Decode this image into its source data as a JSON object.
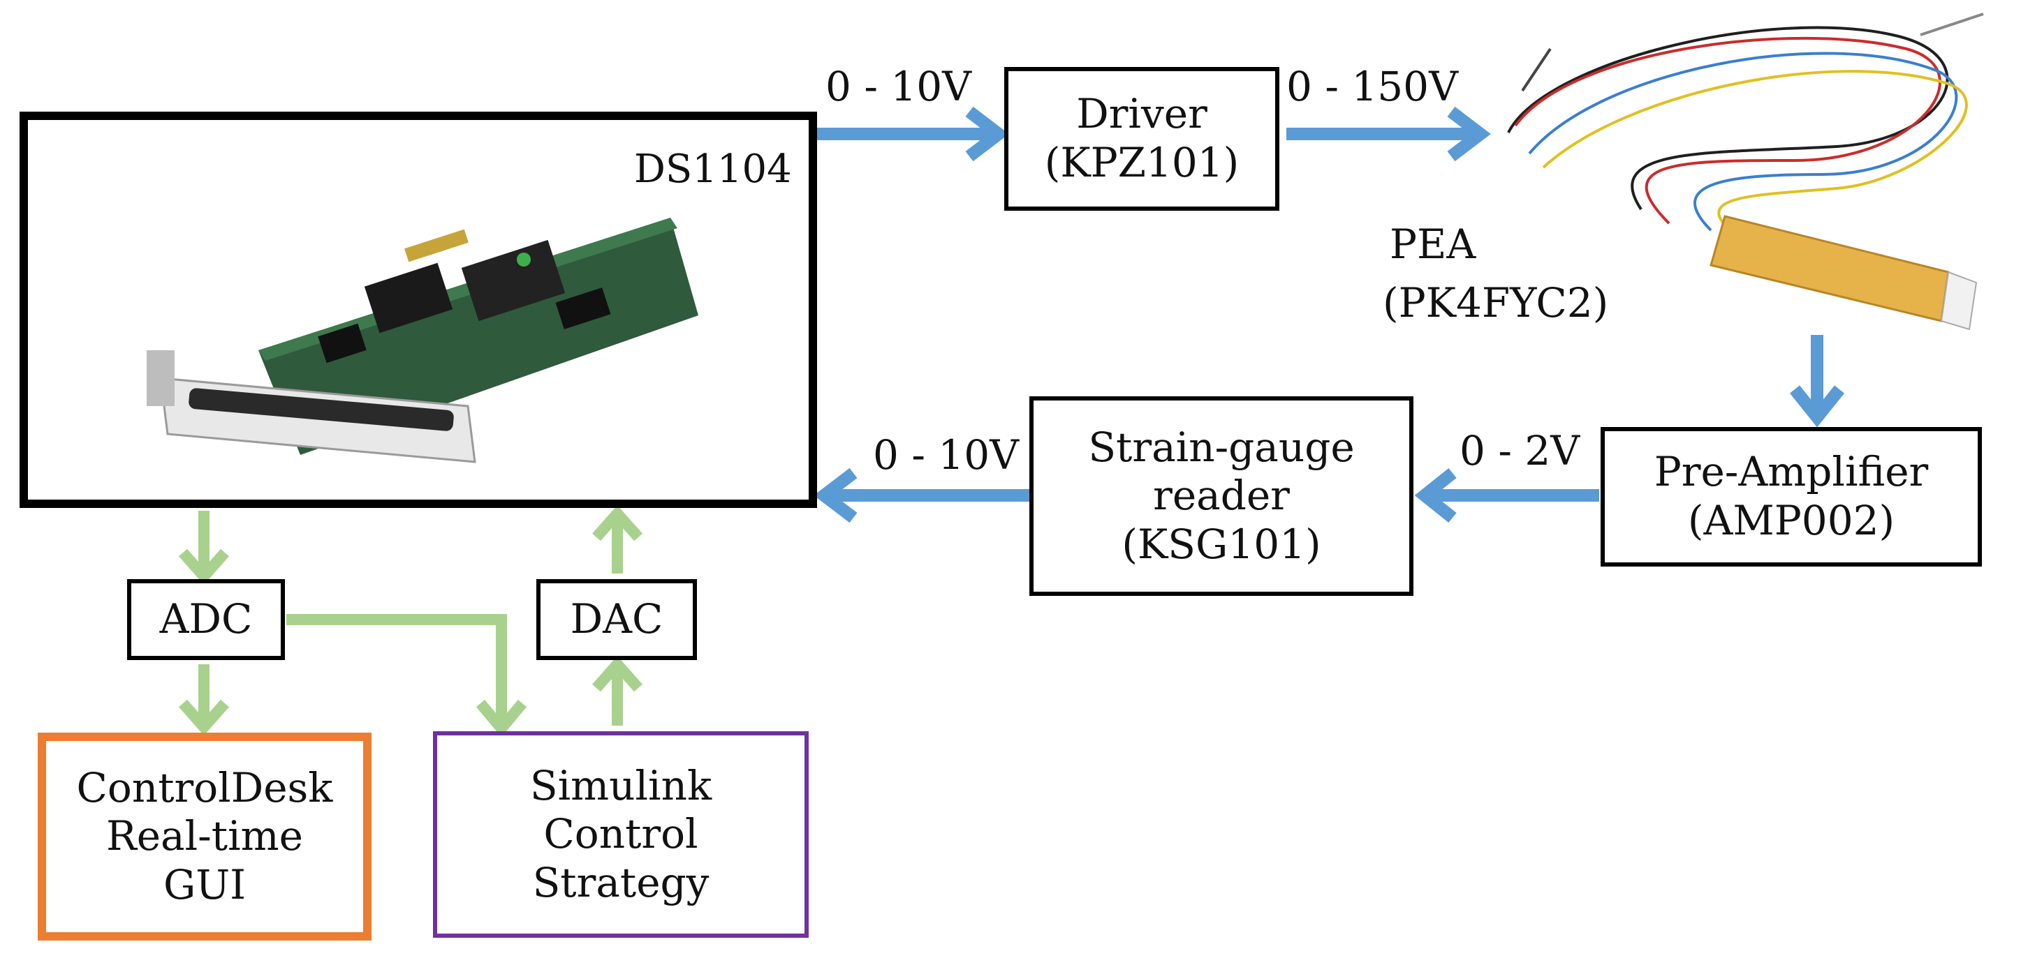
{
  "colors": {
    "signal_arrow": "#5b9bd5",
    "io_arrow": "#a9d18e",
    "controldesk_border": "#ed7d31",
    "simulink_border": "#7030a0",
    "box_border": "#000000"
  },
  "ds1104": {
    "label": "DS1104",
    "image": "dspace-ds1104-pci-board"
  },
  "driver": {
    "line1": "Driver",
    "line2": "(KPZ101)"
  },
  "pea": {
    "line1": "PEA",
    "line2": "(PK4FYC2)",
    "image": "piezoelectric-actuator-with-wires"
  },
  "preamp": {
    "line1": "Pre-Amplifier",
    "line2": "(AMP002)"
  },
  "strain_reader": {
    "line1": "Strain-gauge",
    "line2": "reader",
    "line3": "(KSG101)"
  },
  "adc": {
    "label": "ADC"
  },
  "dac": {
    "label": "DAC"
  },
  "controldesk": {
    "line1": "ControlDesk",
    "line2": "Real-time",
    "line3": "GUI"
  },
  "simulink": {
    "line1": "Simulink",
    "line2": "Control",
    "line3": "Strategy"
  },
  "signals": {
    "ds_to_driver": "0 - 10V",
    "driver_to_pea": "0 - 150V",
    "preamp_to_reader": "0 - 2V",
    "reader_to_ds": "0 - 10V"
  }
}
